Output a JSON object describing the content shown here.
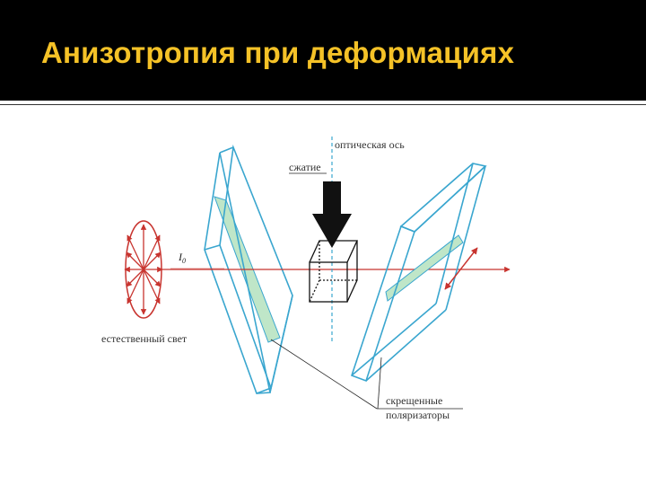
{
  "title": "Анизотропия при деформациях",
  "labels": {
    "optical_axis": "оптическая ось",
    "compression": "сжатие",
    "intensity_symbol": "I",
    "intensity_subscript": "0",
    "natural_light": "естественный свет",
    "crossed_polarizers_line1": "скрещенные",
    "crossed_polarizers_line2": "поляризаторы"
  },
  "colors": {
    "title_text": "#f5c227",
    "title_bar": "#000000",
    "polarizer_edge": "#3aa6cf",
    "polarizer_band": "#bfe6c8",
    "light_arrows": "#c8342f",
    "compression_arrow": "#111111"
  }
}
